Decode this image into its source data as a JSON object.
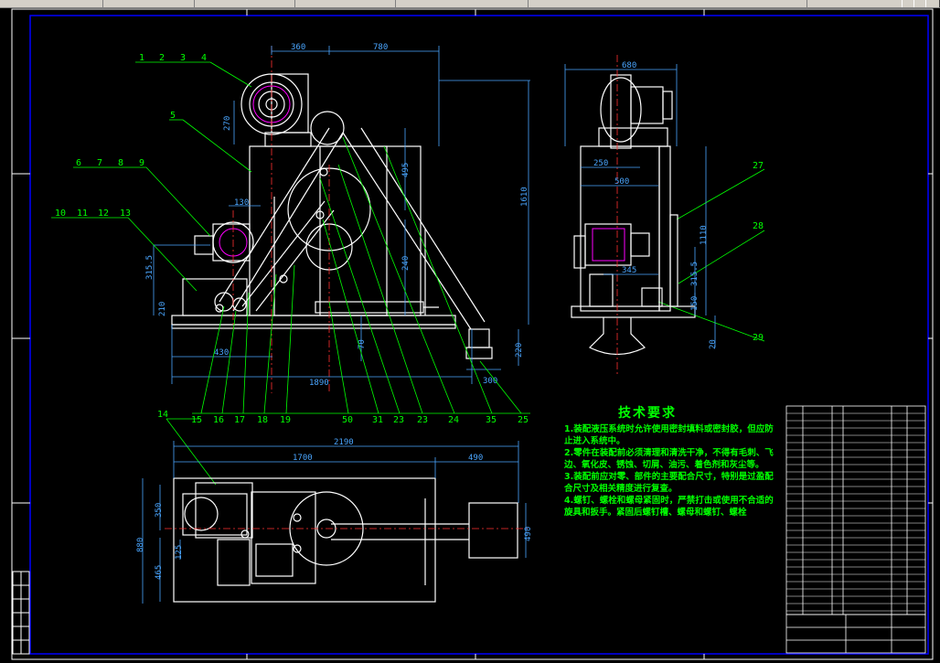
{
  "window": {
    "title": ""
  },
  "drawing": {
    "balloons_top": [
      "1",
      "2",
      "3",
      "4"
    ],
    "balloon_5": "5",
    "balloons_mid": [
      "6",
      "7",
      "8",
      "9"
    ],
    "balloons_low": [
      "10",
      "11",
      "12",
      "13"
    ],
    "balloon_14": "14",
    "balloons_bottom": [
      "15",
      "16",
      "17",
      "18",
      "19",
      "50",
      "31",
      "23",
      "23",
      "24",
      "35",
      "25"
    ],
    "balloons_side": [
      "27",
      "28",
      "29"
    ],
    "front_dims": {
      "d360": "360",
      "d780": "780",
      "d270": "270",
      "d495": "495",
      "d1610": "1610",
      "d130": "130",
      "d315_5": "315.5",
      "d240": "240",
      "d210": "210",
      "d430": "430",
      "d1890": "1890",
      "d220": "220",
      "d300": "300",
      "d70": "70"
    },
    "side_dims": {
      "d680": "680",
      "d250": "250",
      "d500": "500",
      "d1110": "1110",
      "d345": "345",
      "d315_5": "315.5",
      "d150": "150",
      "d20": "20"
    },
    "plan_dims": {
      "d2190": "2190",
      "d1700": "1700",
      "d490": "490",
      "d880": "880",
      "d350": "350",
      "d465": "465",
      "d125": "125",
      "d490v": "490"
    },
    "requirements": {
      "title": "技术要求",
      "items": [
        "1.装配液压系统时允许使用密封填料或密封胶，但应防止进入系统中。",
        "2.零件在装配前必须清理和清洗干净，不得有毛刺、飞边、氧化皮、锈蚀、切屑、油污、着色剂和灰尘等。",
        "3.装配前应对零、部件的主要配合尺寸，特别是过盈配合尺寸及相关精度进行复查。",
        "4.螺钉、螺栓和螺母紧固时，严禁打击或使用不合适的旋具和扳手。紧固后螺钉槽、螺母和螺钉、螺栓"
      ]
    },
    "colors": {
      "bg": "#000000",
      "frame": "#0000ff",
      "part": "#ffffff",
      "dim": "#4aa6ff",
      "leader": "#00ff00",
      "label": "#ffff00",
      "center": "#ff3030",
      "hatch": "#ff00ff"
    }
  }
}
